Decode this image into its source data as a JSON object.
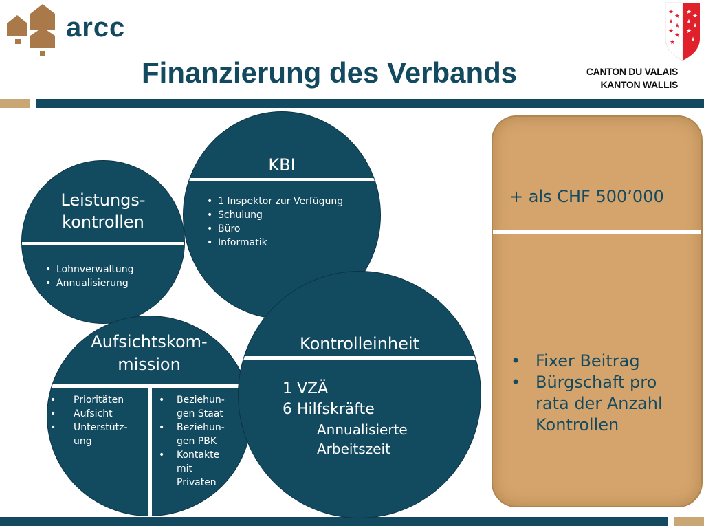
{
  "header": {
    "logo_text": "arcc",
    "title": "Finanzierung des Verbands",
    "canton_fr": "CANTON DU VALAIS",
    "canton_de": "KANTON WALLIS"
  },
  "circles": {
    "kbi": {
      "title": "KBI",
      "items": [
        "1 Inspektor zur Verfügung",
        "Schulung",
        "Büro",
        "Informatik"
      ]
    },
    "leistungskontrollen": {
      "title_line1": "Leistungs-",
      "title_line2": "kontrollen",
      "items": [
        "Lohnverwaltung",
        "Annualisierung"
      ]
    },
    "aufsichtskommission": {
      "title_line1": "Aufsichtskom-",
      "title_line2": "mission",
      "items_left": [
        "Prioritäten",
        "Aufsicht",
        "Unterstütz-ung"
      ],
      "items_right": [
        "Beziehun-gen Staat",
        "Beziehun-gen PBK",
        "Kontakte mit Privaten"
      ]
    },
    "kontrolleinheit": {
      "title": "Kontrolleinheit",
      "line1": "1 VZÄ",
      "line2": "6 Hilfskräfte",
      "line3": "Annualisierte",
      "line4": "Arbeitszeit"
    }
  },
  "panel": {
    "amount": "+ als CHF 500’000",
    "items": [
      "Fixer Beitrag",
      "Bürgschaft pro rata der Anzahl Kontrollen"
    ]
  },
  "colors": {
    "teal": "#124a5f",
    "tan": "#d4a46c",
    "logo_brown": "#a9794a",
    "valais_red": "#e0202a"
  }
}
